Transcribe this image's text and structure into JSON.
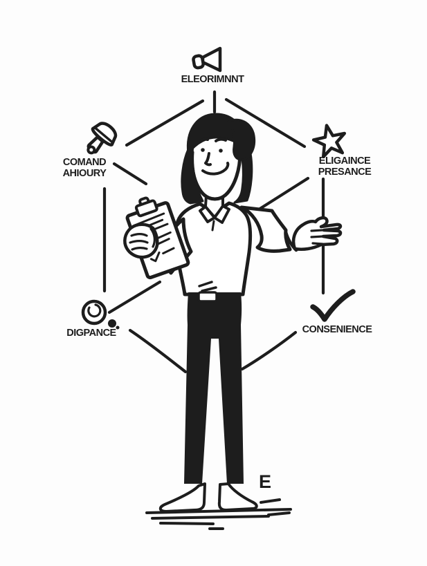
{
  "colors": {
    "ink": "#1d1d1d",
    "paper": "#fdfdfd"
  },
  "nodes": {
    "top": {
      "icon": "megaphone-icon",
      "lines": [
        "ELEORIMNNT"
      ]
    },
    "left": {
      "icon": "handbell-icon",
      "lines": [
        "COMAND",
        "AHIOURY"
      ]
    },
    "right": {
      "icon": "star-icon",
      "lines": [
        "ELIGAINCE",
        "PRESANCE"
      ]
    },
    "bottom_left": {
      "icon": "magnifier-icon",
      "lines": [
        "DIGPANCE"
      ]
    },
    "bottom_right": {
      "icon": "checkmark-icon",
      "lines": [
        "CONSENIENCE"
      ]
    }
  },
  "stray_letter": "E"
}
